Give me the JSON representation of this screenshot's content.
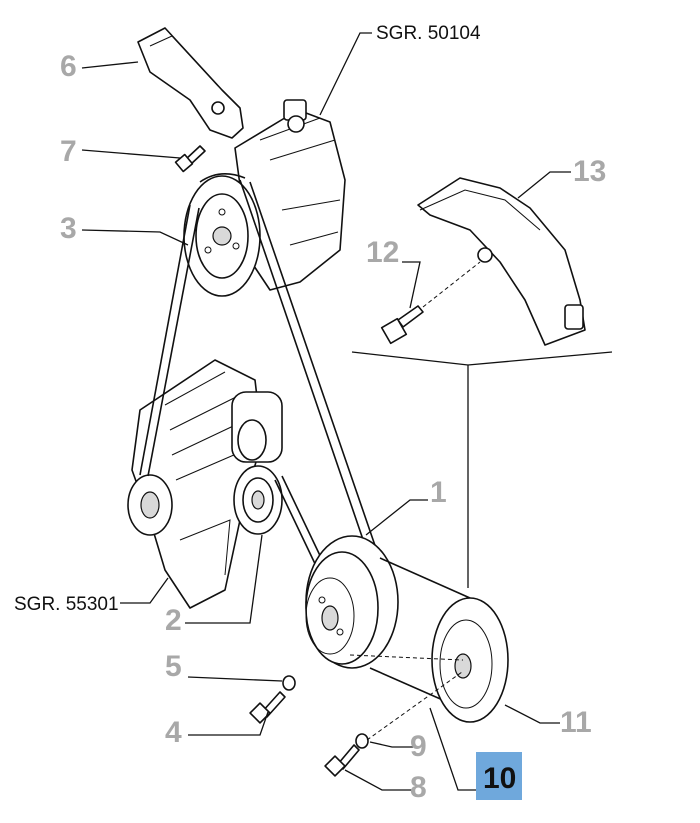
{
  "callouts": {
    "c1": "1",
    "c2": "2",
    "c3": "3",
    "c4": "4",
    "c5": "5",
    "c6": "6",
    "c7": "7",
    "c8": "8",
    "c9": "9",
    "c10": "10",
    "c11": "11",
    "c12": "12",
    "c13": "13"
  },
  "refs": {
    "compressor": "SGR. 50104",
    "alternator": "SGR. 55301"
  },
  "highlight_color": "#6fa8dc"
}
